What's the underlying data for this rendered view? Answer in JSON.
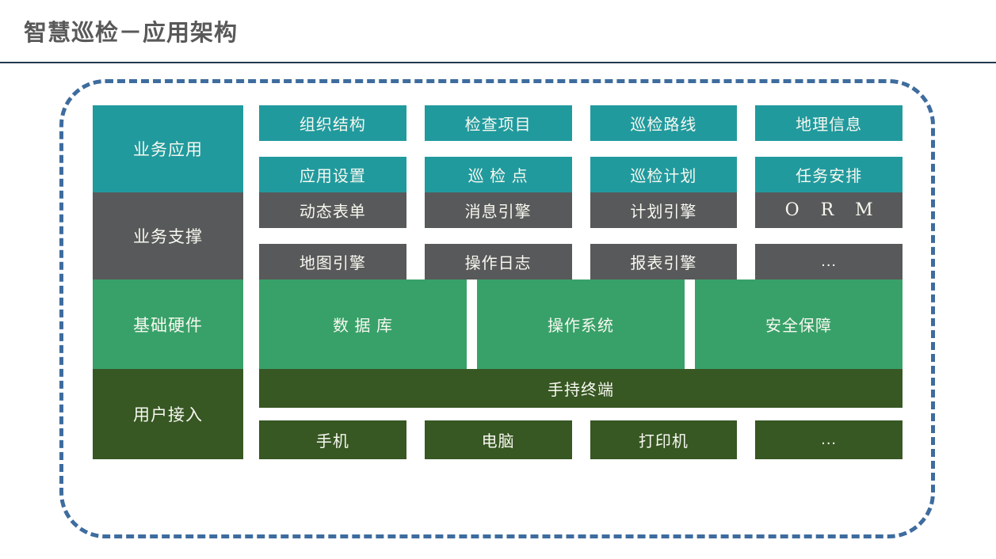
{
  "page": {
    "title": "智慧巡检－应用架构"
  },
  "colors": {
    "title_text": "#595959",
    "divider": "#22384f",
    "dashed_border": "#3e6c9e",
    "layer_business_app": "#219a9e",
    "layer_business_support": "#58595a",
    "layer_base_hardware": "#38a169",
    "layer_user_access": "#375723",
    "box_text": "#f7f8f0"
  },
  "layers": {
    "business_app": {
      "label": "业务应用",
      "cells": [
        "组织结构",
        "检查项目",
        "巡检路线",
        "地理信息",
        "应用设置",
        "巡 检 点",
        "巡检计划",
        "任务安排"
      ]
    },
    "business_support": {
      "label": "业务支撑",
      "cells": [
        "动态表单",
        "消息引擎",
        "计划引擎",
        "O R M",
        "地图引擎",
        "操作日志",
        "报表引擎",
        "..."
      ]
    },
    "base_hardware": {
      "label": "基础硬件",
      "cells": [
        "数 据 库",
        "操作系统",
        "安全保障"
      ]
    },
    "user_access": {
      "label": "用户接入",
      "full_bar": "手持终端",
      "cells": [
        "手机",
        "电脑",
        "打印机",
        "..."
      ]
    }
  }
}
